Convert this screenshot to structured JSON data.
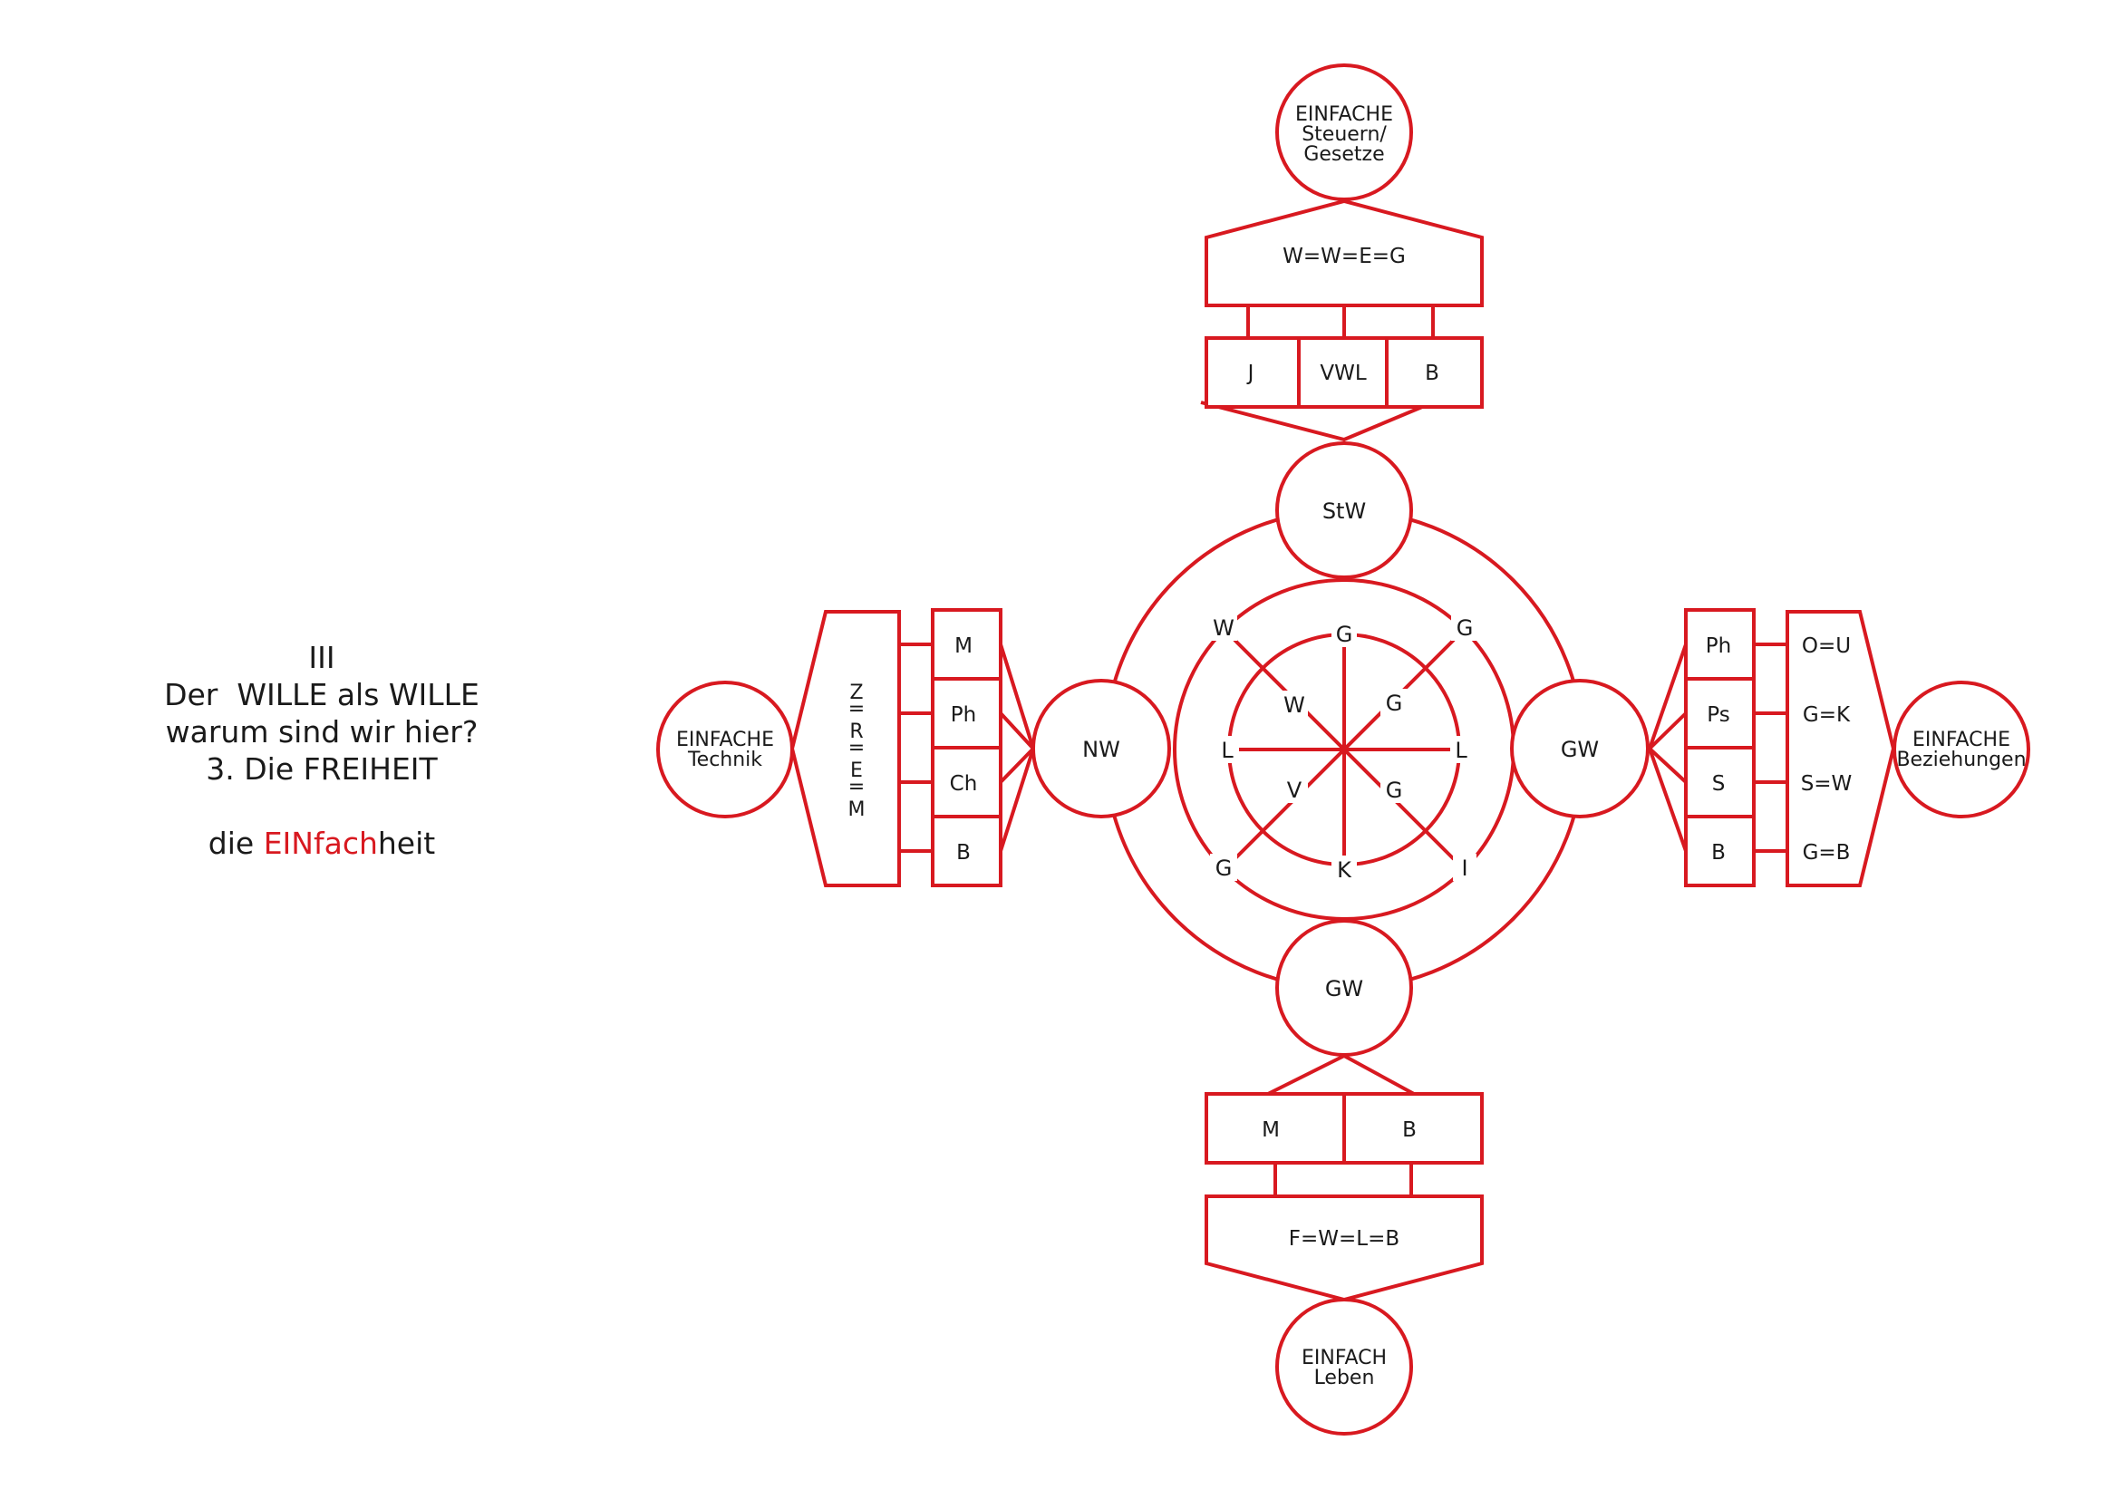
{
  "colors": {
    "accent": "#d81920",
    "text": "#1a1a1a",
    "background": "#ffffff"
  },
  "title": {
    "numeral": "III",
    "line1": "Der  WILLE als WILLE",
    "line2": "warum sind wir hier?",
    "line3": "3. Die FREIHEIT",
    "tagline_prefix": "die ",
    "tagline_red1": "EIN",
    "tagline_red2": "fach",
    "tagline_suffix": "heit"
  },
  "top": {
    "outer_circle": [
      "EINFACHE",
      "Steuern/",
      "Gesetze"
    ],
    "banner": "W=W=E=G",
    "boxes": [
      "J",
      "VWL",
      "B"
    ],
    "inner_circle": "StW"
  },
  "left": {
    "outer_circle": [
      "EINFACHE",
      "Technik"
    ],
    "banner": [
      "Z",
      "=",
      "R",
      "=",
      "E",
      "=",
      "M"
    ],
    "boxes": [
      "M",
      "Ph",
      "Ch",
      "B"
    ],
    "inner_circle": "NW"
  },
  "right": {
    "outer_circle": [
      "EINFACHE",
      "Beziehungen"
    ],
    "boxes": [
      "Ph",
      "Ps",
      "S",
      "B"
    ],
    "equations": [
      "O=U",
      "G=K",
      "S=W",
      "G=B"
    ],
    "inner_circle": "GW"
  },
  "bottom": {
    "outer_circle": [
      "EINFACH",
      "Leben"
    ],
    "banner": "F=W=L=B",
    "boxes": [
      "M",
      "B"
    ],
    "inner_circle": "GW"
  },
  "center": {
    "outer_ring": {
      "top": "G",
      "bottom": "K",
      "left": "L",
      "right": "L",
      "top_left": "W",
      "top_right": "G",
      "bottom_left": "G",
      "bottom_right": "I"
    },
    "inner_ring": {
      "top_left": "W",
      "top_right": "G",
      "bottom_left": "V",
      "bottom_right": "G"
    }
  }
}
